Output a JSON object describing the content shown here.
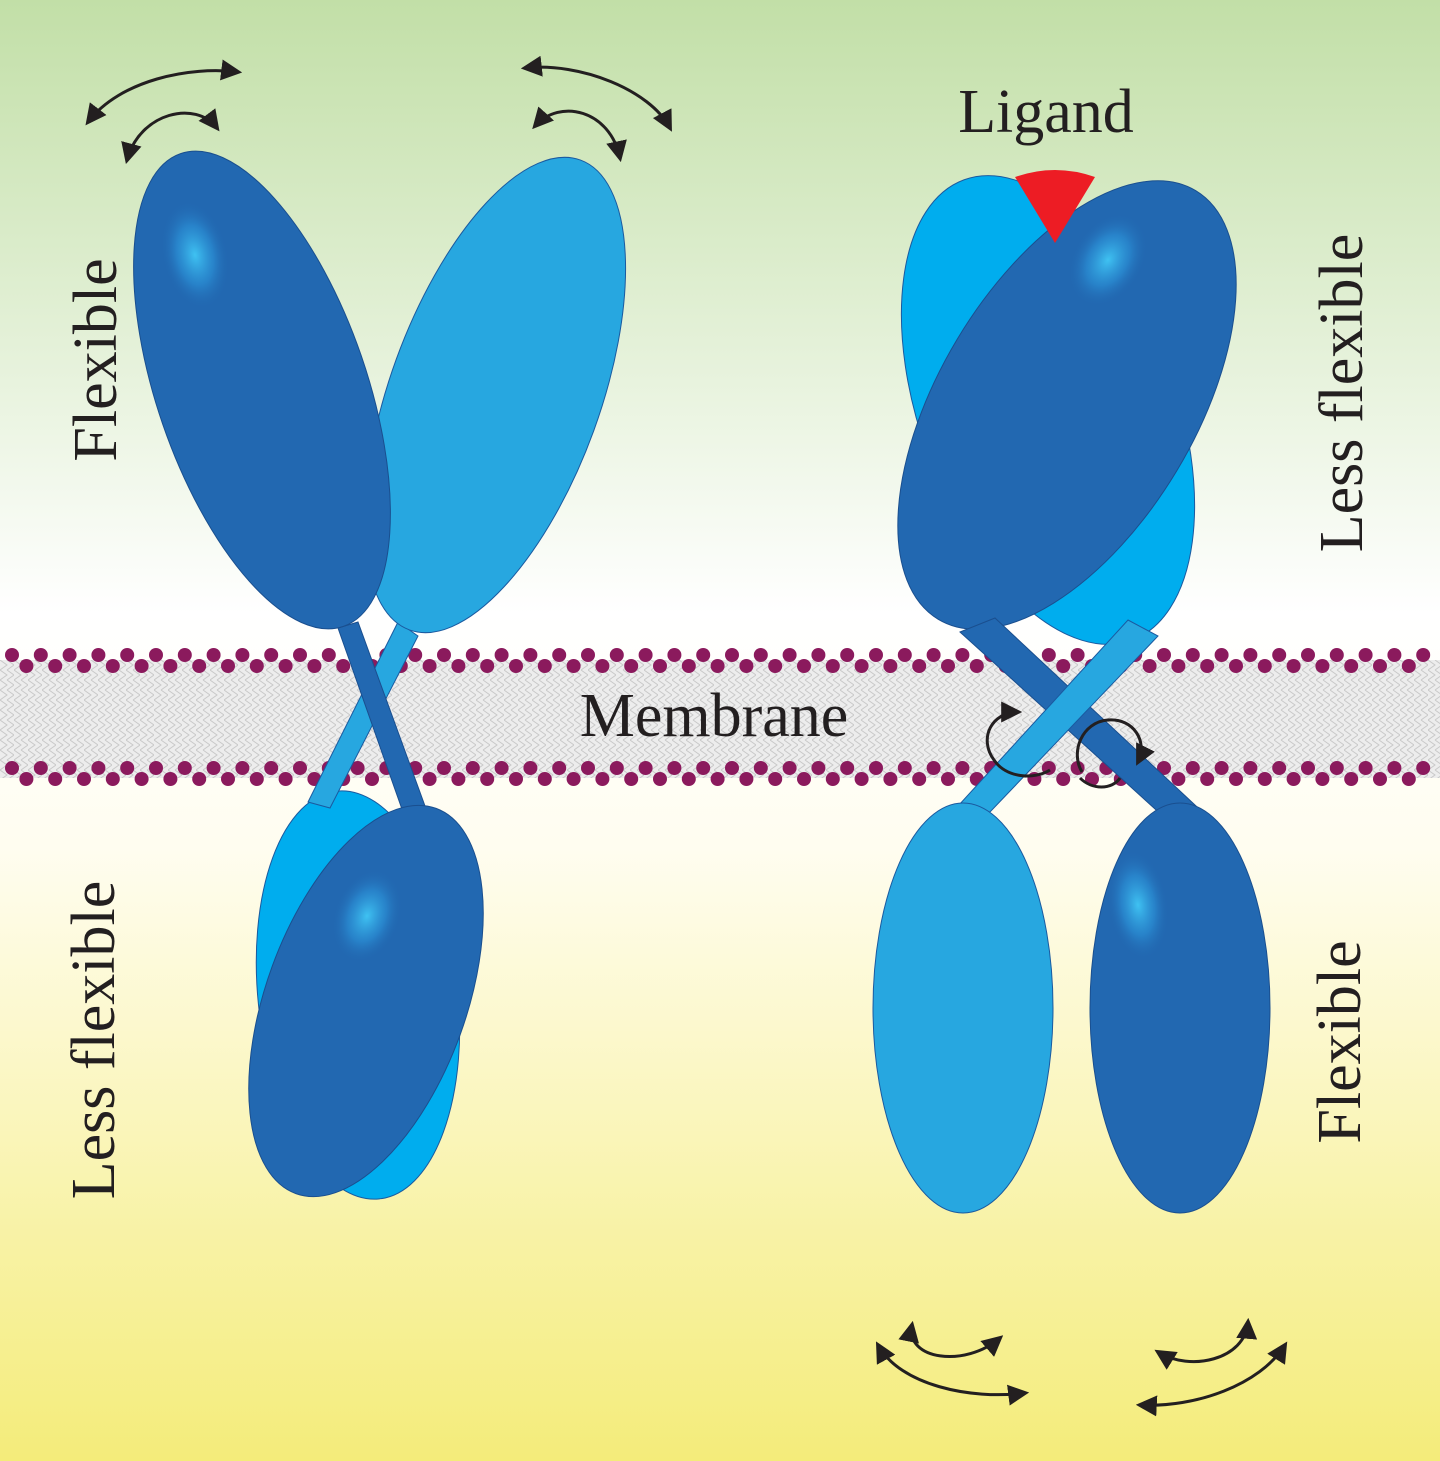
{
  "labels": {
    "ligand": "Ligand",
    "membrane": "Membrane",
    "left_top": "Flexible",
    "left_bottom": "Less flexible",
    "right_top": "Less flexible",
    "right_bottom": "Flexible"
  },
  "colors": {
    "background_top": "#c2dfa7",
    "background_middle": "#ffffff",
    "background_bottom": "#f4ec7a",
    "dark_blue": "#2268b1",
    "light_blue": "#27a7e0",
    "cyan_blue": "#00adee",
    "ligand_red": "#ed1c24",
    "lipid_head": "#8b1a5d",
    "arrow": "#231f20"
  },
  "icons": {
    "flex_arrows": "double-headed-curved-arrow-icon",
    "rotation": "rotation-arrow-icon"
  }
}
